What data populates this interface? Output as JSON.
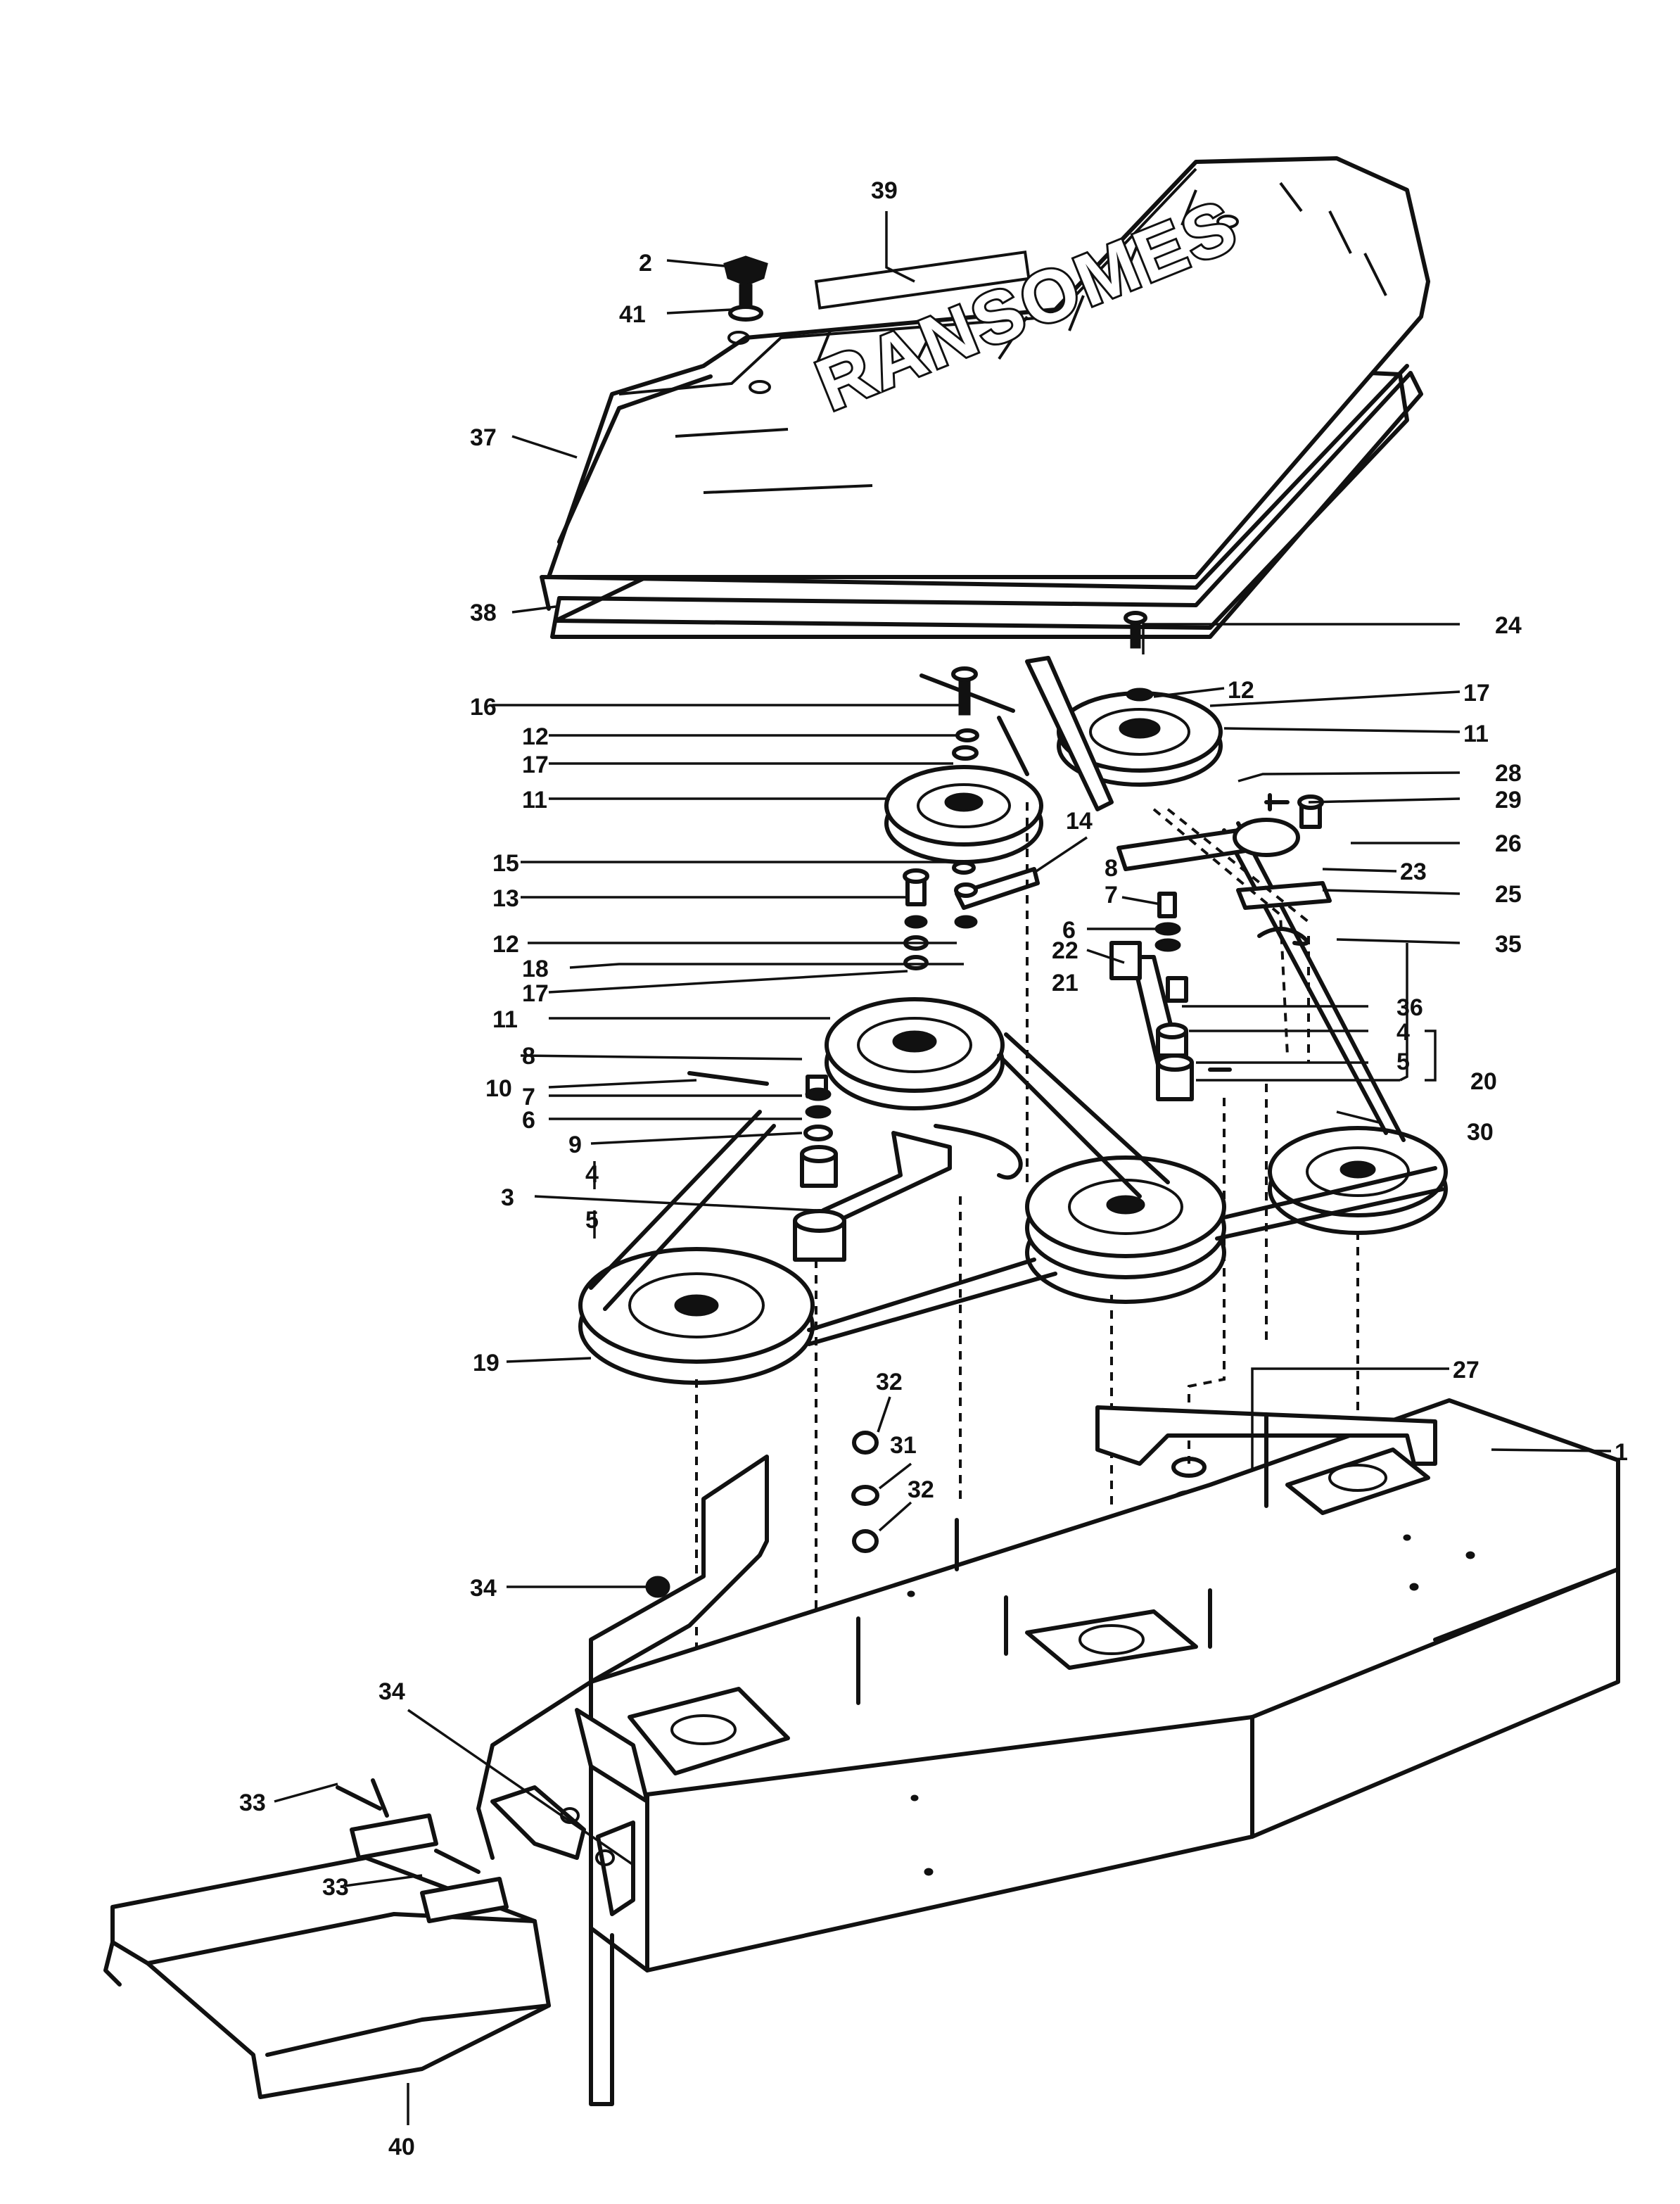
{
  "brand_text": "RANSOMES",
  "part_labels": [
    "1",
    "2",
    "3",
    "4",
    "4",
    "5",
    "5",
    "6",
    "6",
    "7",
    "7",
    "8",
    "8",
    "9",
    "10",
    "11",
    "11",
    "11",
    "12",
    "12",
    "12",
    "13",
    "14",
    "15",
    "16",
    "17",
    "17",
    "17",
    "18",
    "19",
    "20",
    "21",
    "22",
    "23",
    "24",
    "25",
    "26",
    "27",
    "28",
    "29",
    "30",
    "31",
    "32",
    "32",
    "33",
    "33",
    "34",
    "34",
    "35",
    "36",
    "37",
    "38",
    "39",
    "40",
    "41"
  ]
}
